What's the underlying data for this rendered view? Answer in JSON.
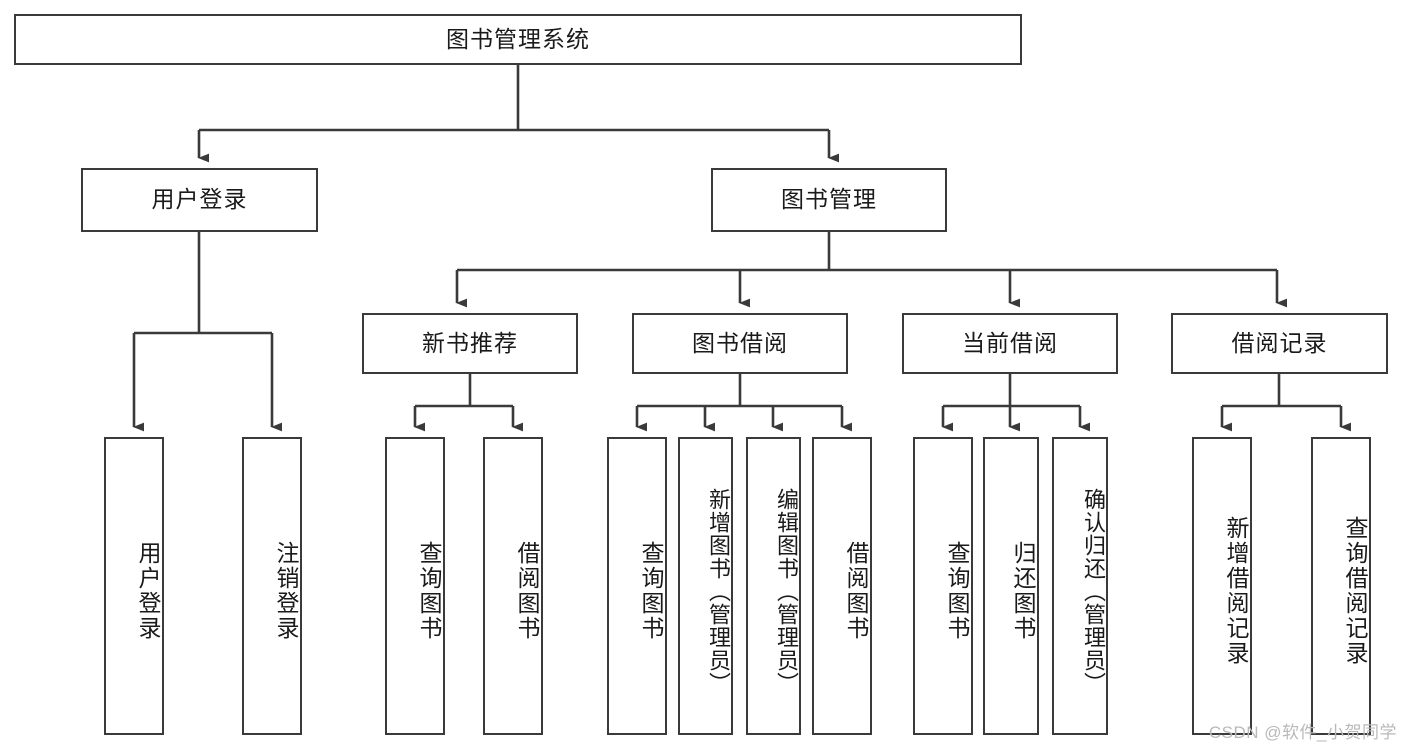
{
  "diagram": {
    "title": "图书管理系统",
    "type": "hierarchy-tree",
    "watermark": "CSDN @软件_小贺同学",
    "colors": {
      "stroke": "#3a3a3a",
      "fill": "#ffffff",
      "text": "#1a1a1a",
      "watermark": "#b9b9b9"
    },
    "nodes": {
      "root": {
        "label": "图书管理系统"
      },
      "level2": [
        {
          "id": "user-login",
          "label": "用户登录"
        },
        {
          "id": "book-management",
          "label": "图书管理"
        }
      ],
      "level3": [
        {
          "id": "new-book-recommend",
          "label": "新书推荐"
        },
        {
          "id": "book-borrow",
          "label": "图书借阅"
        },
        {
          "id": "current-borrow",
          "label": "当前借阅"
        },
        {
          "id": "borrow-record",
          "label": "借阅记录"
        }
      ],
      "leaves": {
        "user-login": [
          {
            "id": "leaf-user-login",
            "label": "用户登录"
          },
          {
            "id": "leaf-logout-login",
            "label": "注销登录"
          }
        ],
        "new-book-recommend": [
          {
            "id": "leaf-query-book-1",
            "label": "查询图书"
          },
          {
            "id": "leaf-borrow-book-1",
            "label": "借阅图书"
          }
        ],
        "book-borrow": [
          {
            "id": "leaf-query-book-2",
            "label": "查询图书"
          },
          {
            "id": "leaf-add-book",
            "label": "新增图书（管理员）"
          },
          {
            "id": "leaf-edit-book",
            "label": "编辑图书（管理员）"
          },
          {
            "id": "leaf-borrow-book-2",
            "label": "借阅图书"
          }
        ],
        "current-borrow": [
          {
            "id": "leaf-query-book-3",
            "label": "查询图书"
          },
          {
            "id": "leaf-return-book",
            "label": "归还图书"
          },
          {
            "id": "leaf-confirm-return",
            "label": "确认归还（管理员）"
          }
        ],
        "borrow-record": [
          {
            "id": "leaf-add-record",
            "label": "新增借阅记录"
          },
          {
            "id": "leaf-query-record",
            "label": "查询借阅记录"
          }
        ]
      }
    }
  }
}
